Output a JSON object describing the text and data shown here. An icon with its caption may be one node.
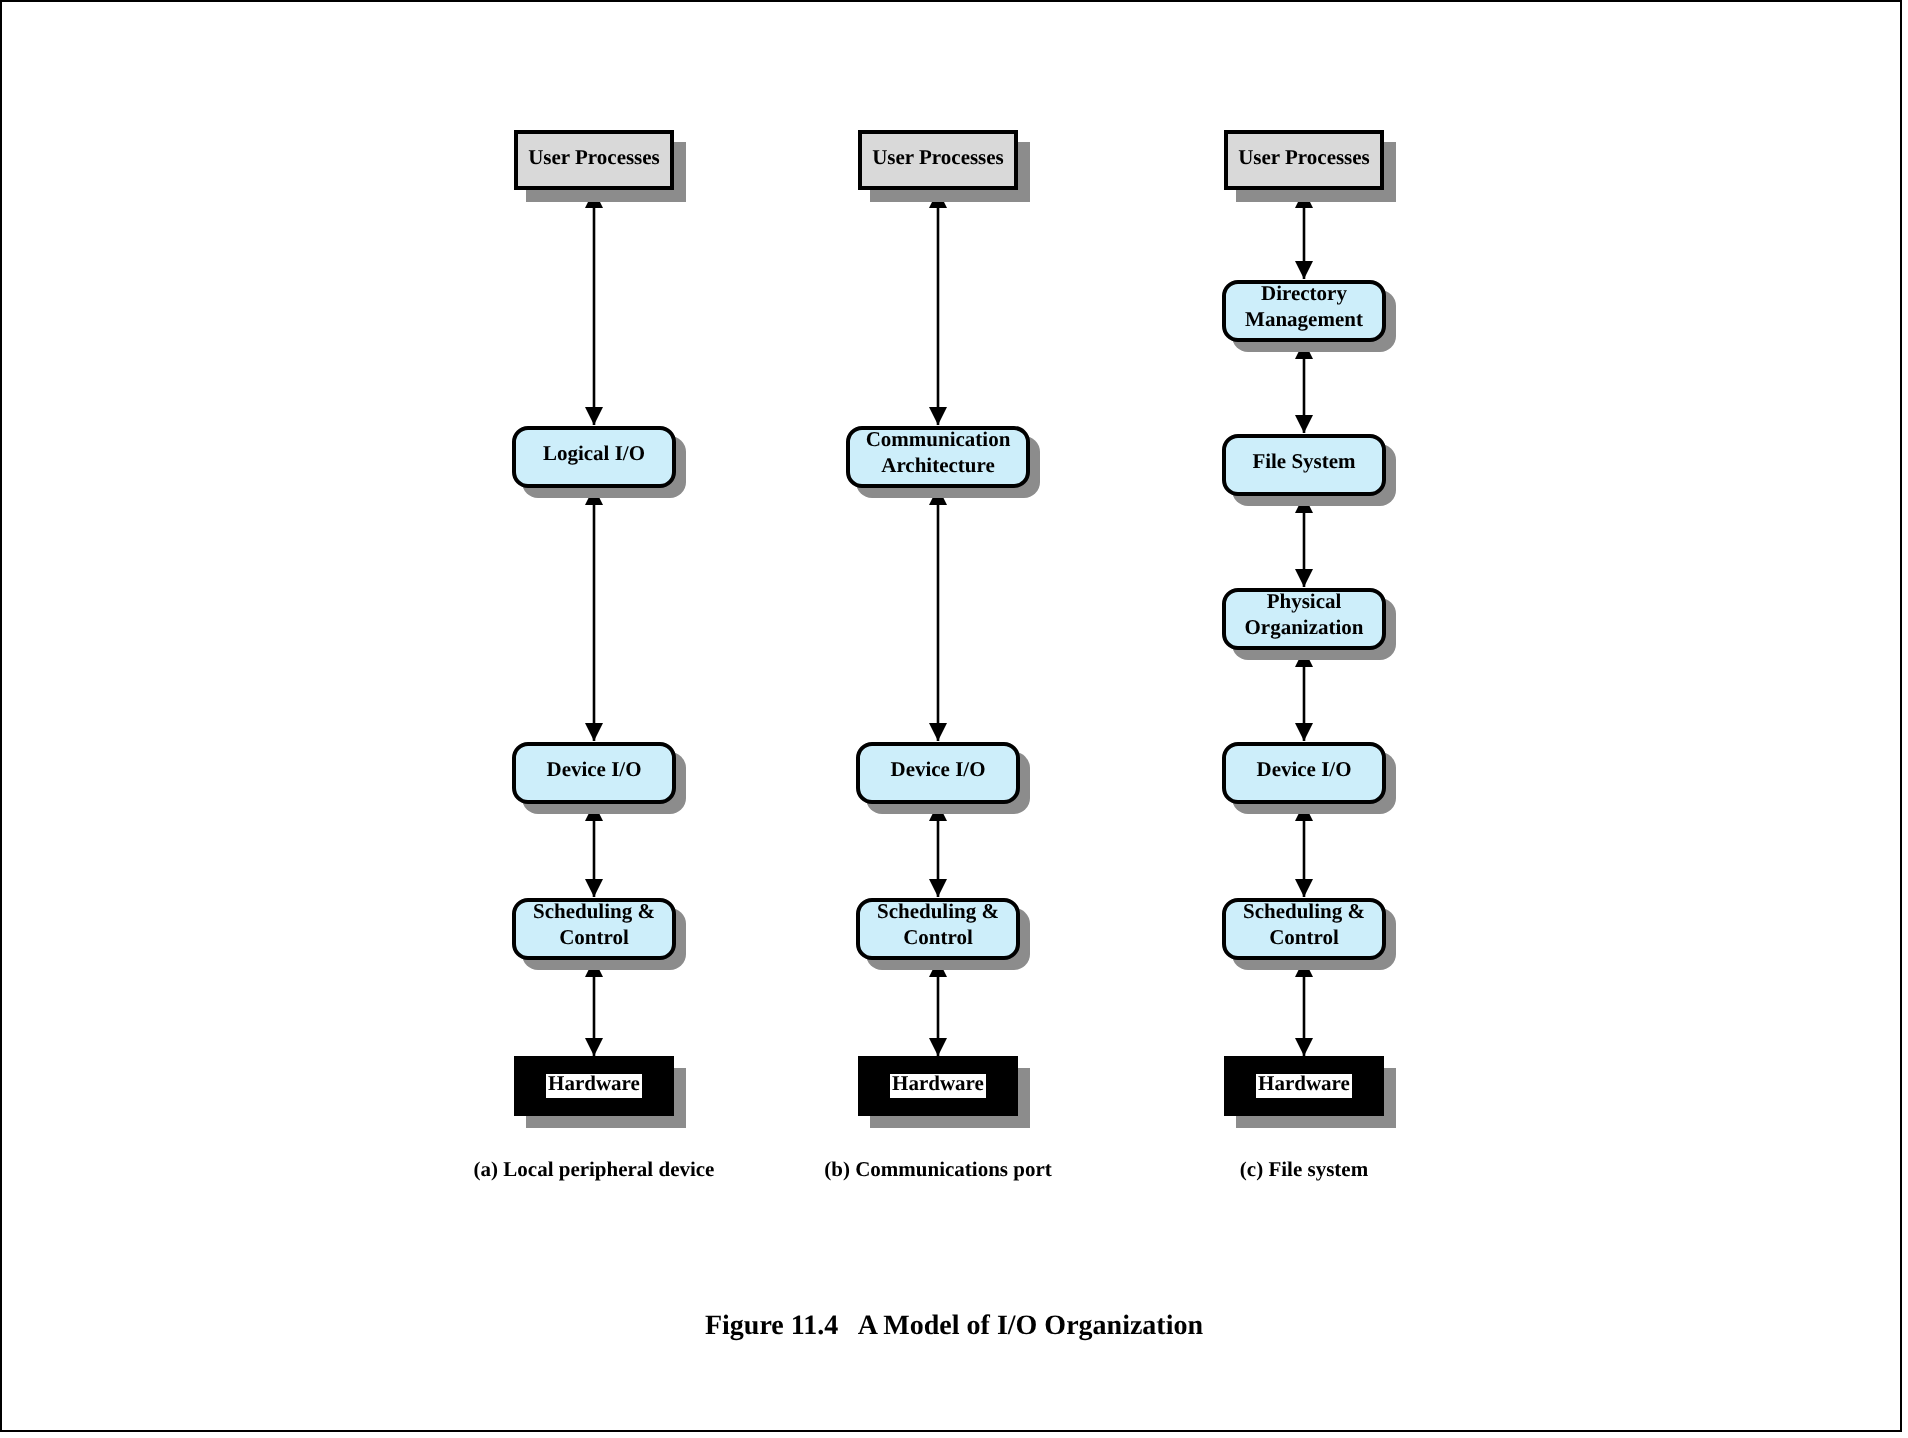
{
  "diagram": {
    "caption": "Figure 11.4   A Model of I/O Organization",
    "nodes": [
      {
        "text": [
          "User Processes"
        ]
      },
      {
        "text": [
          "Logical I/O"
        ]
      },
      {
        "text": [
          "Device I/O"
        ]
      },
      {
        "text": [
          "Scheduling & Control"
        ]
      },
      {
        "text": [
          "Hardware"
        ]
      },
      {
        "text": [
          "User Processes"
        ]
      },
      {
        "text": [
          "Communication Architecture"
        ]
      },
      {
        "text": [
          "Device I/O"
        ]
      },
      {
        "text": [
          "Scheduling & Control"
        ]
      },
      {
        "text": [
          "Hardware"
        ]
      },
      {
        "text": [
          "User Processes"
        ]
      },
      {
        "text": [
          "Directory Management"
        ]
      },
      {
        "text": [
          "File System"
        ]
      },
      {
        "text": [
          "Physical Organization"
        ]
      },
      {
        "text": [
          "Device I/O"
        ]
      },
      {
        "text": [
          "Scheduling & Control"
        ]
      },
      {
        "text": [
          "Hardware"
        ]
      }
    ],
    "edges": [
      {
        "from": 0,
        "to": 1,
        "arrow": "both"
      },
      {
        "from": 1,
        "to": 2,
        "arrow": "both"
      },
      {
        "from": 2,
        "to": 3,
        "arrow": "both"
      },
      {
        "from": 3,
        "to": 4,
        "arrow": "both"
      },
      {
        "from": 5,
        "to": 6,
        "arrow": "both"
      },
      {
        "from": 6,
        "to": 7,
        "arrow": "both"
      },
      {
        "from": 7,
        "to": 8,
        "arrow": "both"
      },
      {
        "from": 8,
        "to": 9,
        "arrow": "both"
      },
      {
        "from": 10,
        "to": 11,
        "arrow": "both"
      },
      {
        "from": 11,
        "to": 12,
        "arrow": "both"
      },
      {
        "from": 12,
        "to": 13,
        "arrow": "both"
      },
      {
        "from": 13,
        "to": 14,
        "arrow": "both"
      },
      {
        "from": 14,
        "to": 15,
        "arrow": "both"
      },
      {
        "from": 15,
        "to": 16,
        "arrow": "both"
      }
    ],
    "labels": [
      "(a) Local peripheral device",
      "(b) Communications port",
      "(c) File system"
    ]
  }
}
